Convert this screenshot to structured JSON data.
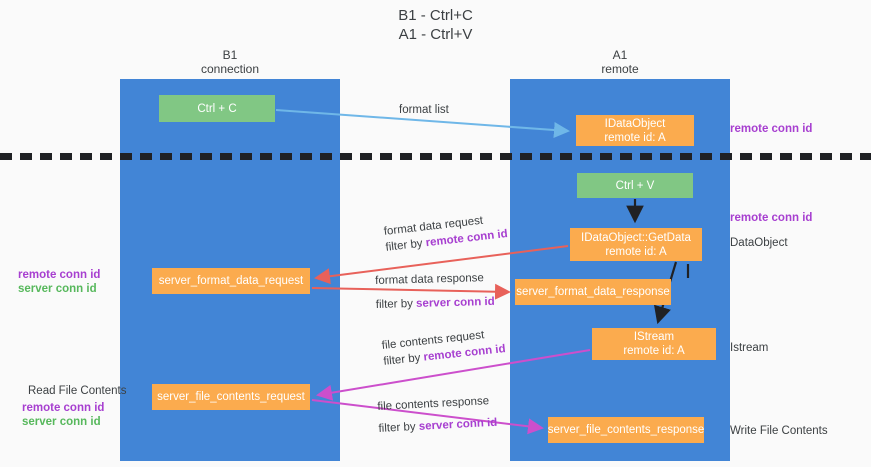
{
  "diagram": {
    "title_line1": "B1 - Ctrl+C",
    "title_line2": "A1 - Ctrl+V",
    "colors": {
      "lane": "#4285d6",
      "green_box": "#81c784",
      "orange_box": "#fbab4e",
      "purple_text": "#a73fd0",
      "green_text": "#57b85c",
      "blue_arrow": "#6fb7e8",
      "red_arrow": "#e8615a",
      "magenta_arrow": "#cc4fcc",
      "black_arrow": "#202124",
      "background": "#fafafa"
    },
    "columns": {
      "left": {
        "name": "B1",
        "role": "connection"
      },
      "right": {
        "name": "A1",
        "role": "remote"
      }
    },
    "boxes": {
      "ctrl_c": {
        "line1": "Ctrl + C"
      },
      "idataobject": {
        "line1": "IDataObject",
        "line2": "remote id: A"
      },
      "ctrl_v": {
        "line1": "Ctrl + V"
      },
      "getdata": {
        "line1": "IDataObject::GetData",
        "line2": "remote id: A"
      },
      "server_format_data_request": {
        "line1": "server_format_data_request"
      },
      "server_format_data_response": {
        "line1": "server_format_data_response"
      },
      "istream": {
        "line1": "IStream",
        "line2": "remote id: A"
      },
      "server_file_contents_request": {
        "line1": "server_file_contents_request"
      },
      "server_file_contents_response": {
        "line1": "server_file_contents_response"
      }
    },
    "edge_labels": {
      "format_list": "format list",
      "format_data_request": "format data request",
      "format_data_request_filter_prefix": "filter by ",
      "format_data_request_filter_key": "remote conn id",
      "format_data_response": "format data response",
      "format_data_response_filter_prefix": "filter by ",
      "format_data_response_filter_key": "server conn id",
      "file_contents_request": "file contents request",
      "file_contents_request_filter_prefix": "filter by ",
      "file_contents_request_filter_key": "remote conn id",
      "file_contents_response": "file contents response",
      "file_contents_response_filter_prefix": "filter by ",
      "file_contents_response_filter_key": "server conn id"
    },
    "annotations": {
      "right_remote_conn_id_top": "remote conn id",
      "right_remote_conn_id_mid": "remote conn id",
      "right_dataobject": "DataObject",
      "right_istream": "Istream",
      "right_write_file_contents": "Write File Contents",
      "left_remote_conn_id_mid": "remote conn id",
      "left_server_conn_id_mid": "server conn id",
      "left_read_file_contents": "Read File Contents",
      "left_remote_conn_id_bottom": "remote conn id",
      "left_server_conn_id_bottom": "server conn id"
    }
  }
}
